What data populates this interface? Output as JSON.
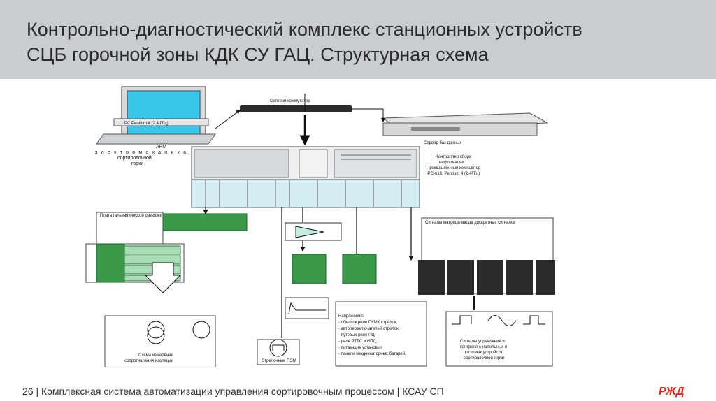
{
  "slide": {
    "title_line1": "Контрольно-диагностический комплекс станционных устройств",
    "title_line2": "СЦБ горочной зоны КДК СУ ГАЦ. Структурная схема",
    "footer": "26 | Комплексная система автоматизации управления сортировочным процессом | КСАУ СП",
    "logo_text": "РЖД"
  },
  "diagram": {
    "workstation_label_1": "АРМ",
    "workstation_label_2": "электромеханика",
    "workstation_label_3": "сортировочной",
    "workstation_label_4": "горки",
    "switch_label": "Сетевой коммутатор",
    "server_label": "Сервер баз данных",
    "controller_label_1": "Контроллер сбора",
    "controller_label_2": "информации",
    "controller_label_3": "Промышленный компьютер",
    "controller_label_4": "IPC-610, Pentium 4 (2.4ГГц)",
    "monitor_caption": "PC Pentium 4 (2.4 ГГц)",
    "insulation_label": "Плата гальванической развязки",
    "measure_label_1": "Схема измерения",
    "measure_label_2": "сопротивления изоляции",
    "signals_label_1": "Сигналы управления и",
    "signals_label_2": "контроля с напольных и",
    "signals_label_3": "постовых устройств",
    "signals_label_4": "сортировочной горки",
    "voltage_title": "Напряжения:",
    "voltage_items": [
      "- обмоток реле ПКМК стрелок;",
      "- автопереключателей стрелок;",
      "- путевых реле РЦ;",
      "- реле РТДС и ИПД;",
      "- питающие установки;",
      "- панели конденсаторных батарей."
    ],
    "pem_label": "Стрелочные ПЭМ",
    "discrete_title": "Сигналы матрицы ввода дискретных сигналов"
  },
  "colors": {
    "header_bg": "#c9ccd0",
    "board_green": "#3a9a4a",
    "logo_red": "#e2231a"
  }
}
